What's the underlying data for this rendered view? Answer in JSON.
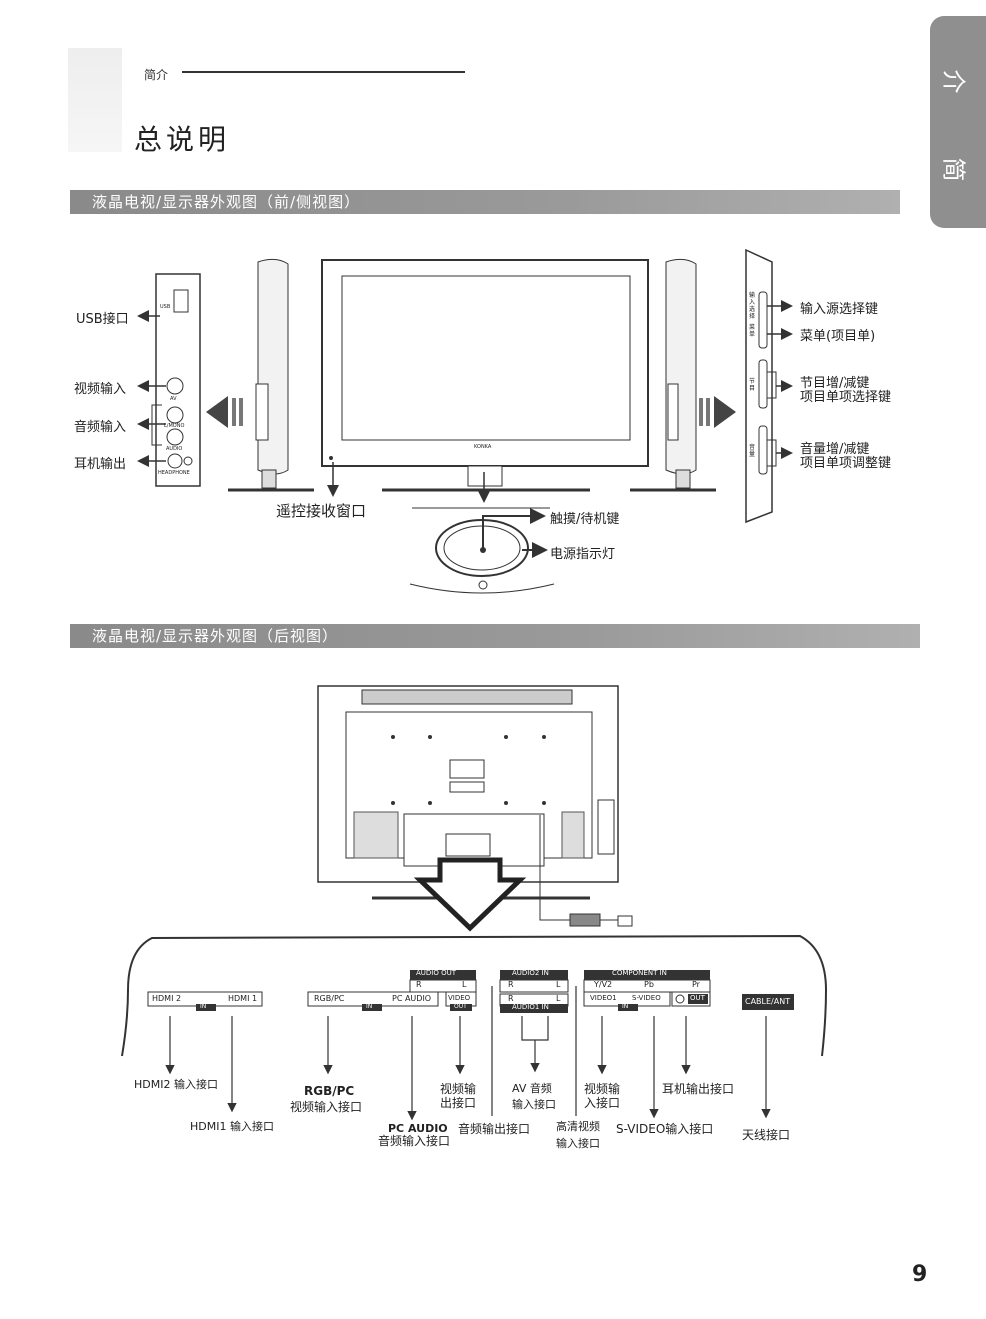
{
  "header": {
    "section": "简介",
    "title": "总说明",
    "page_number": "9"
  },
  "side_tab": {
    "line1": "介",
    "line2": "简"
  },
  "front_view": {
    "bar_title": "液晶电视/显示器外观图（前/侧视图）",
    "brand": "KONKA",
    "left_labels": {
      "usb": "USB接口",
      "video_in": "视频输入",
      "audio_in": "音频输入",
      "headphone": "耳机输出"
    },
    "left_panel_tags": {
      "usb": "USB",
      "av": "AV",
      "mono": "L/MONO",
      "audio": "AUDIO",
      "headphone": "HEADPHONE"
    },
    "bottom_labels": {
      "remote": "遥控接收窗口",
      "touch": "触摸/待机键",
      "power": "电源指示灯"
    },
    "right_panel_tags": {
      "input": "输入选择",
      "menu": "菜单",
      "channel": "节目",
      "volume": "音量"
    },
    "right_labels": {
      "input": "输入源选择键",
      "menu": "菜单(项目单)",
      "ch1": "节目增/减键",
      "ch2": "项目单项选择键",
      "vol1": "音量增/减键",
      "vol2": "项目单项调整键"
    }
  },
  "rear_view": {
    "bar_title": "液晶电视/显示器外观图（后视图）",
    "panel": {
      "hdmi2": "HDMI 2",
      "hdmi1": "HDMI 1",
      "in1": "IN",
      "rgbpc": "RGB/PC",
      "pcaudio": "PC AUDIO",
      "in2": "IN",
      "audio_out": "AUDIO OUT",
      "r": "R",
      "l": "L",
      "video": "VIDEO",
      "out": "OUT",
      "audio2_in": "AUDIO2 IN",
      "audio1_in": "AUDIO1 IN",
      "component_in": "COMPONENT IN",
      "yv2": "Y/V2",
      "pb": "Pb",
      "pr": "Pr",
      "video1": "VIDEO1",
      "svideo": "S-VIDEO",
      "in3": "IN",
      "out2": "OUT",
      "cable": "CABLE/ANT"
    },
    "labels": {
      "hdmi2": "HDMI2 输入接口",
      "hdmi1": "HDMI1 输入接口",
      "rgbpc_1": "RGB/PC",
      "rgbpc_2": "视频输入接口",
      "pcaudio_1": "PC AUDIO",
      "pcaudio_2": "音频输入接口",
      "video_out_1": "视频输",
      "video_out_2": "出接口",
      "audio_out": "音频输出接口",
      "av_1": "AV 音频",
      "av_2": "输入接口",
      "hd_1": "高清视频",
      "hd_2": "输入接口",
      "video_in_1": "视频输",
      "video_in_2": "入接口",
      "svideo": "S-VIDEO输入接口",
      "headphone": "耳机输出接口",
      "antenna": "天线接口"
    }
  }
}
